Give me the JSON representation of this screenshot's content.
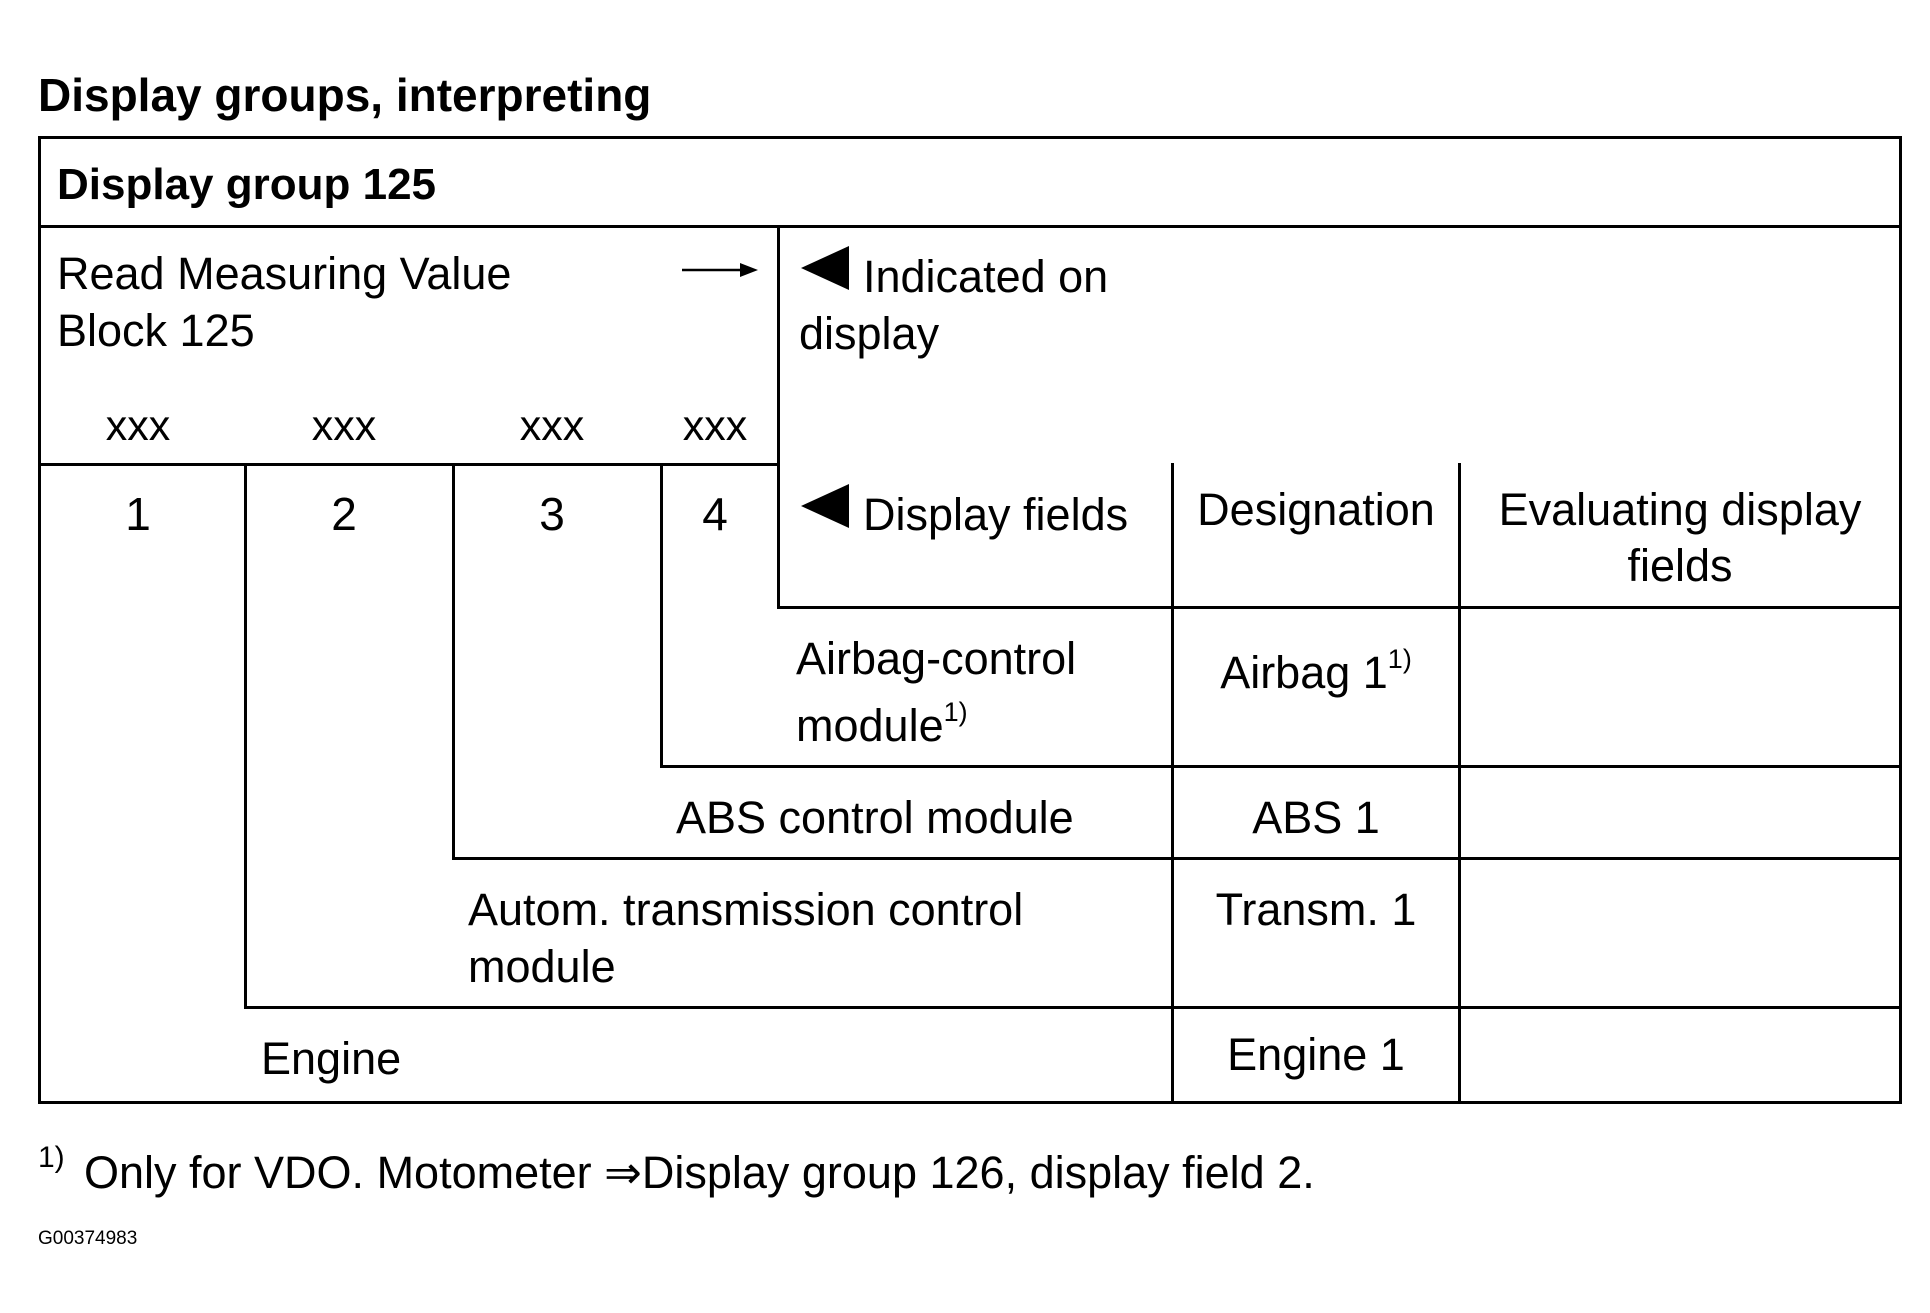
{
  "page_title": "Display groups, interpreting",
  "group_title": "Display group 125",
  "read_block": {
    "line1": "Read Measuring Value",
    "line2": "Block 125"
  },
  "indicated": {
    "line1": "Indicated on",
    "line2": "display"
  },
  "placeholders": [
    "xxx",
    "xxx",
    "xxx",
    "xxx"
  ],
  "field_numbers": [
    "1",
    "2",
    "3",
    "4"
  ],
  "headers": {
    "display_fields": "Display fields",
    "designation": "Designation",
    "evaluating_line1": "Evaluating display",
    "evaluating_line2": "fields"
  },
  "rows": [
    {
      "module_line1": "Airbag-control",
      "module_line2": "module",
      "module_sup": "1)",
      "designation": "Airbag 1",
      "designation_sup": "1)"
    },
    {
      "module_line1": "ABS control module",
      "designation": "ABS 1"
    },
    {
      "module_line1": "Autom. transmission control",
      "module_line2": "module",
      "designation": "Transm. 1"
    },
    {
      "module_line1": "Engine",
      "designation": "Engine 1"
    }
  ],
  "footnote": {
    "marker": "1)",
    "text": "Only for VDO. Motometer ⇒Display group 126, display field 2."
  },
  "figure_id": "G00374983",
  "icons": {
    "arrow_right": "arrow-right-icon",
    "triangle_left": "triangle-left-icon"
  }
}
